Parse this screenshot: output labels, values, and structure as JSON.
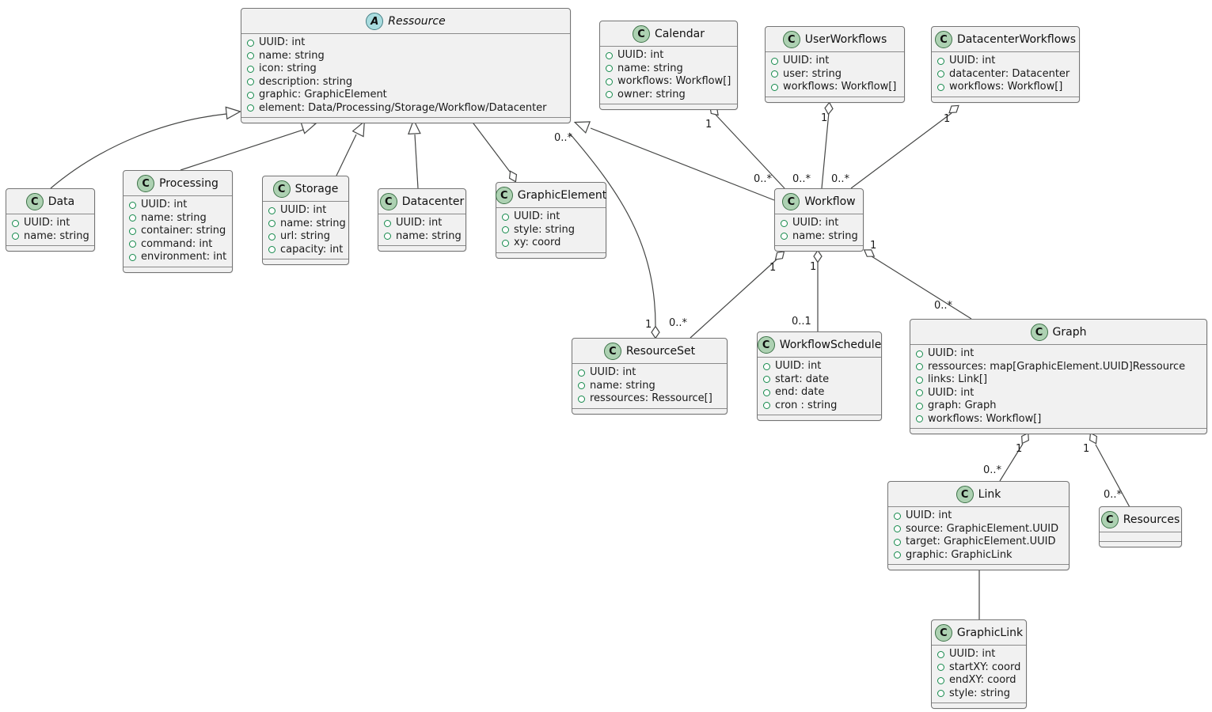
{
  "diagram": {
    "kind": "uml-class-diagram",
    "colors": {
      "background": "#ffffff",
      "box_fill": "#f1f1f1",
      "box_border": "#747474",
      "edge_line": "#454645",
      "class_icon_fill": "#add1b2",
      "abstract_icon_fill": "#a9dcdf",
      "field_bullet": "#158a4c"
    },
    "classes": [
      {
        "id": "ressource",
        "name": "Ressource",
        "kind": "abstract",
        "icon_letter": "A",
        "attributes": [
          "UUID: int",
          "name: string",
          "icon: string",
          "description: string",
          "graphic: GraphicElement",
          "element: Data/Processing/Storage/Workflow/Datacenter"
        ]
      },
      {
        "id": "calendar",
        "name": "Calendar",
        "kind": "class",
        "icon_letter": "C",
        "attributes": [
          "UUID: int",
          "name: string",
          "workflows: Workflow[]",
          "owner: string"
        ]
      },
      {
        "id": "userworkflows",
        "name": "UserWorkflows",
        "kind": "class",
        "icon_letter": "C",
        "attributes": [
          "UUID: int",
          "user: string",
          "workflows: Workflow[]"
        ]
      },
      {
        "id": "datacenterworkflows",
        "name": "DatacenterWorkflows",
        "kind": "class",
        "icon_letter": "C",
        "attributes": [
          "UUID: int",
          "datacenter: Datacenter",
          "workflows: Workflow[]"
        ]
      },
      {
        "id": "data",
        "name": "Data",
        "kind": "class",
        "icon_letter": "C",
        "attributes": [
          "UUID: int",
          "name: string"
        ]
      },
      {
        "id": "processing",
        "name": "Processing",
        "kind": "class",
        "icon_letter": "C",
        "attributes": [
          "UUID: int",
          "name: string",
          "container: string",
          "command: int",
          "environment: int"
        ]
      },
      {
        "id": "storage",
        "name": "Storage",
        "kind": "class",
        "icon_letter": "C",
        "attributes": [
          "UUID: int",
          "name: string",
          "url: string",
          "capacity: int"
        ]
      },
      {
        "id": "datacenter",
        "name": "Datacenter",
        "kind": "class",
        "icon_letter": "C",
        "attributes": [
          "UUID: int",
          "name: string"
        ]
      },
      {
        "id": "graphicelement",
        "name": "GraphicElement",
        "kind": "class",
        "icon_letter": "C",
        "attributes": [
          "UUID: int",
          "style: string",
          "xy: coord"
        ]
      },
      {
        "id": "workflow",
        "name": "Workflow",
        "kind": "class",
        "icon_letter": "C",
        "attributes": [
          "UUID: int",
          "name: string"
        ]
      },
      {
        "id": "resourceset",
        "name": "ResourceSet",
        "kind": "class",
        "icon_letter": "C",
        "attributes": [
          "UUID: int",
          "name: string",
          "ressources: Ressource[]"
        ]
      },
      {
        "id": "workflowschedule",
        "name": "WorkflowSchedule",
        "kind": "class",
        "icon_letter": "C",
        "attributes": [
          "UUID: int",
          "start: date",
          "end: date",
          "cron : string"
        ]
      },
      {
        "id": "graph",
        "name": "Graph",
        "kind": "class",
        "icon_letter": "C",
        "attributes": [
          "UUID: int",
          "ressources: map[GraphicElement.UUID]Ressource",
          "links: Link[]",
          "UUID: int",
          "graph: Graph",
          "workflows: Workflow[]"
        ]
      },
      {
        "id": "link",
        "name": "Link",
        "kind": "class",
        "icon_letter": "C",
        "attributes": [
          "UUID: int",
          "source: GraphicElement.UUID",
          "target: GraphicElement.UUID",
          "graphic: GraphicLink"
        ]
      },
      {
        "id": "resources",
        "name": "Resources",
        "kind": "class",
        "icon_letter": "C",
        "attributes": []
      },
      {
        "id": "graphiclink",
        "name": "GraphicLink",
        "kind": "class",
        "icon_letter": "C",
        "attributes": [
          "UUID: int",
          "startXY: coord",
          "endXY: coord",
          "style: string"
        ]
      }
    ],
    "edges": [
      {
        "id": "data-ressource",
        "from": "Data",
        "to": "Ressource",
        "type": "generalization"
      },
      {
        "id": "processing-ressource",
        "from": "Processing",
        "to": "Ressource",
        "type": "generalization"
      },
      {
        "id": "storage-ressource",
        "from": "Storage",
        "to": "Ressource",
        "type": "generalization"
      },
      {
        "id": "datacenter-ressource",
        "from": "Datacenter",
        "to": "Ressource",
        "type": "generalization"
      },
      {
        "id": "workflow-ressource",
        "from": "Workflow",
        "to": "Ressource",
        "type": "generalization"
      },
      {
        "id": "ressource-graphicelement",
        "from": "Ressource",
        "to": "GraphicElement",
        "type": "aggregation"
      },
      {
        "id": "calendar-workflow",
        "from": "Calendar",
        "to": "Workflow",
        "type": "aggregation",
        "source_multiplicity": "1",
        "target_multiplicity": "0..*"
      },
      {
        "id": "userworkflows-workflow",
        "from": "UserWorkflows",
        "to": "Workflow",
        "type": "aggregation",
        "source_multiplicity": "1",
        "target_multiplicity": "0..*"
      },
      {
        "id": "datacenterworkflows-workflow",
        "from": "DatacenterWorkflows",
        "to": "Workflow",
        "type": "aggregation",
        "source_multiplicity": "1",
        "target_multiplicity": "0..*"
      },
      {
        "id": "resourceset-ressource",
        "from": "ResourceSet",
        "to": "Ressource",
        "type": "aggregation",
        "source_multiplicity": "1",
        "target_multiplicity": "0..*"
      },
      {
        "id": "workflow-resourceset",
        "from": "Workflow",
        "to": "ResourceSet",
        "type": "aggregation",
        "source_multiplicity": "1",
        "target_multiplicity": "0..*"
      },
      {
        "id": "workflow-workflowschedule",
        "from": "Workflow",
        "to": "WorkflowSchedule",
        "type": "aggregation",
        "source_multiplicity": "1",
        "target_multiplicity": "0..1"
      },
      {
        "id": "workflow-graph",
        "from": "Workflow",
        "to": "Graph",
        "type": "aggregation",
        "source_multiplicity": "1",
        "target_multiplicity": "0..*"
      },
      {
        "id": "graph-link",
        "from": "Graph",
        "to": "Link",
        "type": "aggregation",
        "source_multiplicity": "1",
        "target_multiplicity": "0..*"
      },
      {
        "id": "graph-resources",
        "from": "Graph",
        "to": "Resources",
        "type": "aggregation",
        "source_multiplicity": "1",
        "target_multiplicity": "0..*"
      },
      {
        "id": "link-graphiclink",
        "from": "Link",
        "to": "GraphicLink",
        "type": "association"
      }
    ]
  }
}
